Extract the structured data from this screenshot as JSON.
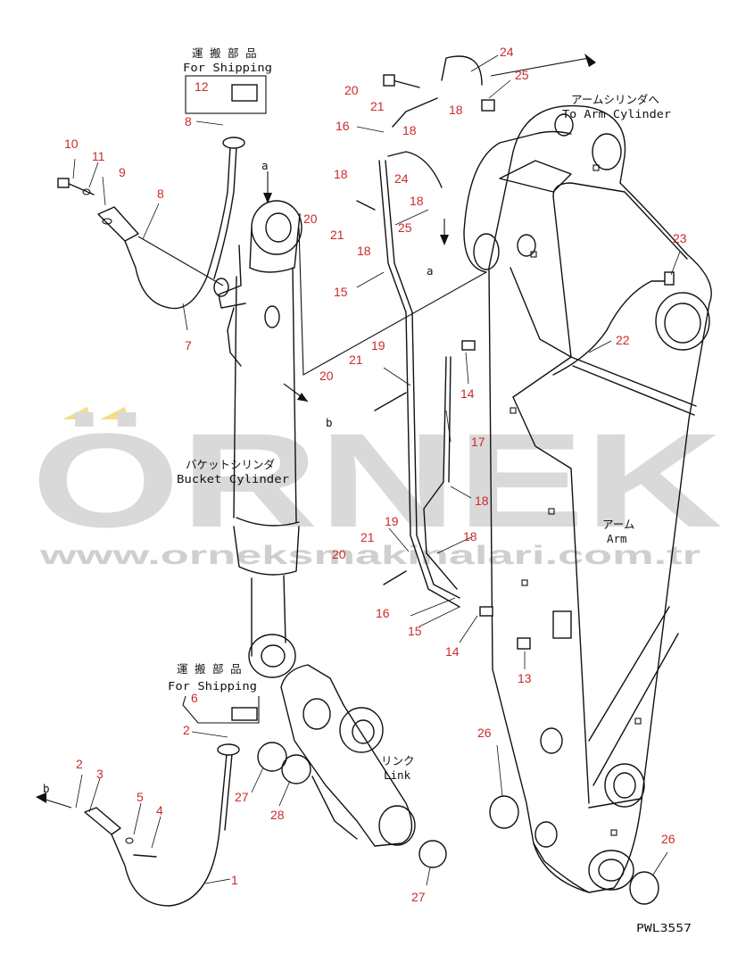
{
  "watermark": {
    "brand": "ÖRNEK",
    "url": "www.orneksmakinalari.com.tr"
  },
  "notes": {
    "shipping_top_jp": "運 搬 部 品",
    "shipping_top_en": "For Shipping",
    "shipping_bottom_jp": "運 搬 部 品",
    "shipping_bottom_en": "For Shipping",
    "arm_cyl_jp": "アームシリンダへ",
    "arm_cyl_en": "To Arm Cylinder",
    "bucket_jp": "バケットシリンダ",
    "bucket_en": "Bucket Cylinder",
    "arm_jp": "アーム",
    "arm_en": "Arm",
    "link_jp": "リンク",
    "link_en": "Link",
    "ref_a_top": "a",
    "ref_a_mid": "a",
    "ref_b_mid": "b",
    "ref_b_left": "b",
    "drawing_no": "PWL3557"
  },
  "callouts": {
    "c1": "1",
    "c2a": "2",
    "c2b": "2",
    "c3": "3",
    "c4": "4",
    "c5": "5",
    "c6": "6",
    "c7": "7",
    "c8a": "8",
    "c8b": "8",
    "c9": "9",
    "c10": "10",
    "c11": "11",
    "c12": "12",
    "c13": "13",
    "c14a": "14",
    "c14b": "14",
    "c15a": "15",
    "c15b": "15",
    "c16a": "16",
    "c16b": "16",
    "c17": "17",
    "c18a": "18",
    "c18b": "18",
    "c18c": "18",
    "c18d": "18",
    "c18e": "18",
    "c18f": "18",
    "c18g": "18",
    "c19a": "19",
    "c19b": "19",
    "c20a": "20",
    "c20b": "20",
    "c20c": "20",
    "c20d": "20",
    "c21a": "21",
    "c21b": "21",
    "c21c": "21",
    "c21d": "21",
    "c22": "22",
    "c23": "23",
    "c24a": "24",
    "c24b": "24",
    "c25a": "25",
    "c25b": "25",
    "c26a": "26",
    "c26b": "26",
    "c27a": "27",
    "c27b": "27",
    "c28": "28"
  },
  "colors": {
    "callout": "#cc2a2a",
    "line": "#111111",
    "watermark": "#d9d9d9",
    "accent_triangle": "#f3dc8c"
  }
}
